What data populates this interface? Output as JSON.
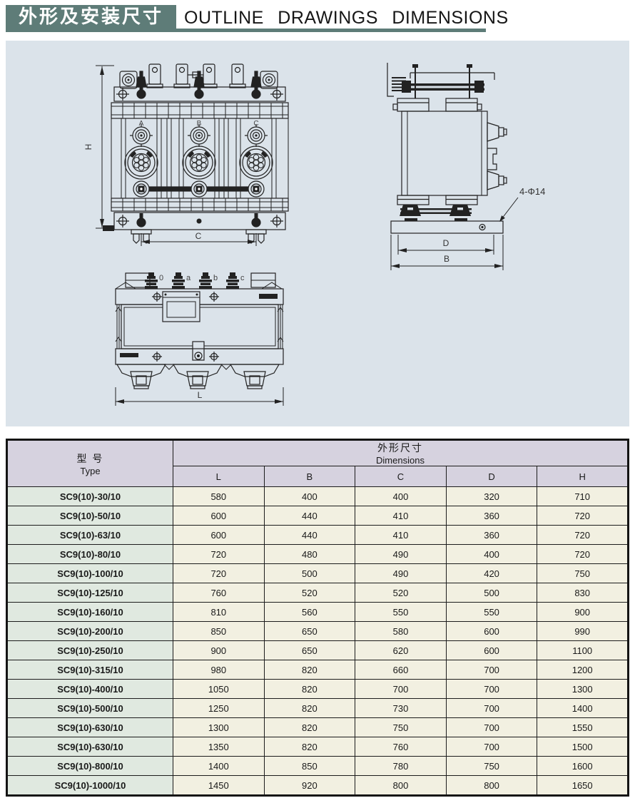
{
  "header": {
    "title_zh": "外形及安装尺寸",
    "title_en": "OUTLINE  DRAWINGS  DIMENSIONS"
  },
  "drawings": {
    "front_view": {
      "phase_labels": [
        "A",
        "B",
        "C"
      ],
      "dim_height": "H",
      "dim_feet": "C"
    },
    "side_view": {
      "hole_note": "4-Φ14",
      "dim_inner": "D",
      "dim_outer": "B"
    },
    "top_view": {
      "terminal_labels": [
        "0",
        "a",
        "b",
        "c"
      ],
      "dim_length": "L"
    }
  },
  "table": {
    "col1_header_zh": "型  号",
    "col1_header_en": "Type",
    "group_header_zh": "外形尺寸",
    "group_header_en": "Dimensions",
    "columns": [
      "L",
      "B",
      "C",
      "D",
      "H"
    ],
    "rows": [
      {
        "type": "SC9(10)-30/10",
        "L": "580",
        "B": "400",
        "C": "400",
        "D": "320",
        "H": "710"
      },
      {
        "type": "SC9(10)-50/10",
        "L": "600",
        "B": "440",
        "C": "410",
        "D": "360",
        "H": "720"
      },
      {
        "type": "SC9(10)-63/10",
        "L": "600",
        "B": "440",
        "C": "410",
        "D": "360",
        "H": "720"
      },
      {
        "type": "SC9(10)-80/10",
        "L": "720",
        "B": "480",
        "C": "490",
        "D": "400",
        "H": "720"
      },
      {
        "type": "SC9(10)-100/10",
        "L": "720",
        "B": "500",
        "C": "490",
        "D": "420",
        "H": "750"
      },
      {
        "type": "SC9(10)-125/10",
        "L": "760",
        "B": "520",
        "C": "520",
        "D": "500",
        "H": "830"
      },
      {
        "type": "SC9(10)-160/10",
        "L": "810",
        "B": "560",
        "C": "550",
        "D": "550",
        "H": "900"
      },
      {
        "type": "SC9(10)-200/10",
        "L": "850",
        "B": "650",
        "C": "580",
        "D": "600",
        "H": "990"
      },
      {
        "type": "SC9(10)-250/10",
        "L": "900",
        "B": "650",
        "C": "620",
        "D": "600",
        "H": "1100"
      },
      {
        "type": "SC9(10)-315/10",
        "L": "980",
        "B": "820",
        "C": "660",
        "D": "700",
        "H": "1200"
      },
      {
        "type": "SC9(10)-400/10",
        "L": "1050",
        "B": "820",
        "C": "700",
        "D": "700",
        "H": "1300"
      },
      {
        "type": "SC9(10)-500/10",
        "L": "1250",
        "B": "820",
        "C": "730",
        "D": "700",
        "H": "1400"
      },
      {
        "type": "SC9(10)-630/10",
        "L": "1300",
        "B": "820",
        "C": "750",
        "D": "700",
        "H": "1550"
      },
      {
        "type": "SC9(10)-630/10",
        "L": "1350",
        "B": "820",
        "C": "760",
        "D": "700",
        "H": "1500"
      },
      {
        "type": "SC9(10)-800/10",
        "L": "1400",
        "B": "850",
        "C": "780",
        "D": "750",
        "H": "1600"
      },
      {
        "type": "SC9(10)-1000/10",
        "L": "1450",
        "B": "920",
        "C": "800",
        "D": "800",
        "H": "1650"
      }
    ]
  },
  "colors": {
    "accent_slate": "#5e7c78",
    "panel_bg": "#dbe3ea",
    "header_cell_bg": "#d6d2df",
    "type_cell_bg": "#e0e9e0",
    "value_cell_bg": "#f2f0e1",
    "line": "#222222"
  }
}
